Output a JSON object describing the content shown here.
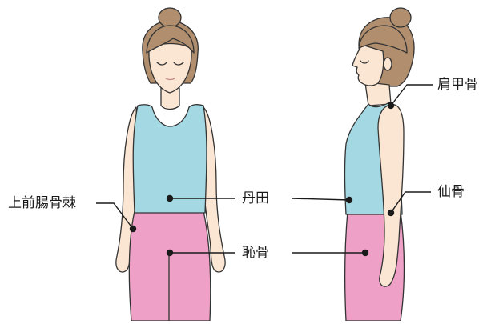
{
  "labels": {
    "asis": "上前腸骨棘",
    "dantian": "丹田",
    "pubis": "恥骨",
    "scapula": "肩甲骨",
    "sacrum": "仙骨"
  },
  "colors": {
    "tank_top": "#a4d9e4",
    "pants": "#eea0c6",
    "skin": "#fbe6d3",
    "hair": "#b08e6e",
    "outline": "#333333",
    "marker": "#1a1a1a"
  }
}
